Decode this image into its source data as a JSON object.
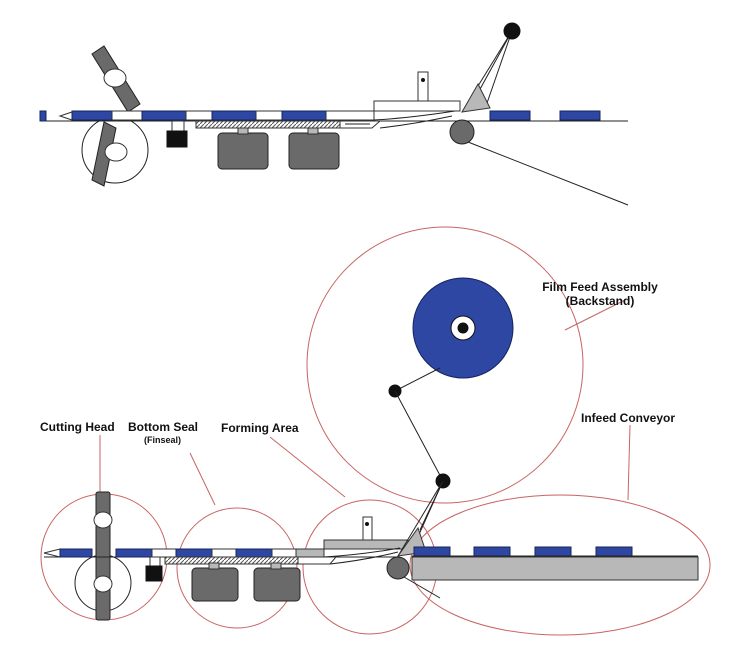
{
  "labels": {
    "film_feed_line1": "Film Feed Assembly",
    "film_feed_line2": "(Backstand)",
    "infeed_conveyor": "Infeed Conveyor",
    "cutting_head": "Cutting Head",
    "bottom_seal": "Bottom Seal",
    "bottom_seal_sub": "(Finseal)",
    "forming_area": "Forming Area"
  },
  "colors": {
    "product_blue": "#2d47a3",
    "roller_gray": "#6a6a6a",
    "conveyor_gray": "#b8b8b8",
    "callout_red": "#c86464"
  }
}
